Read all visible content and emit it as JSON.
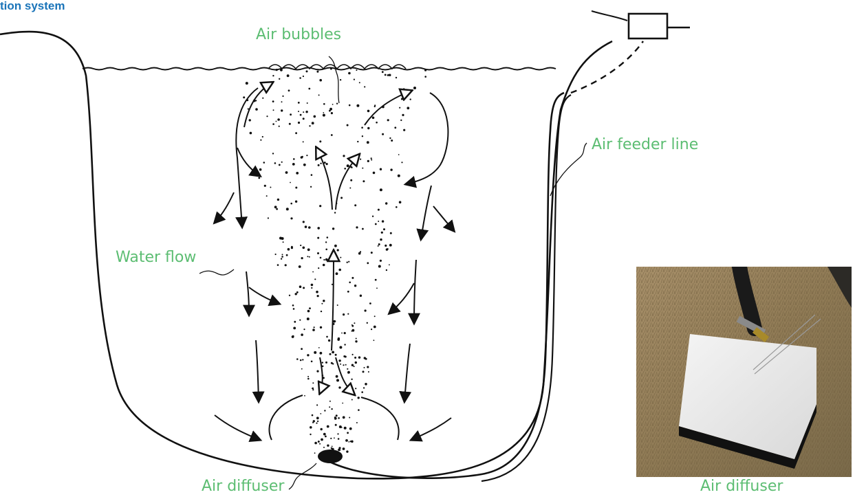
{
  "title": "tion system",
  "labels": {
    "air_bubbles": "Air bubbles",
    "air_feeder_line": "Air feeder line",
    "water_flow": "Water flow",
    "air_diffuser_diagram": "Air diffuser",
    "air_diffuser_photo": "Air diffuser"
  },
  "colors": {
    "title": "#1a74b9",
    "label": "#5cbd72",
    "ink": "#111111"
  }
}
